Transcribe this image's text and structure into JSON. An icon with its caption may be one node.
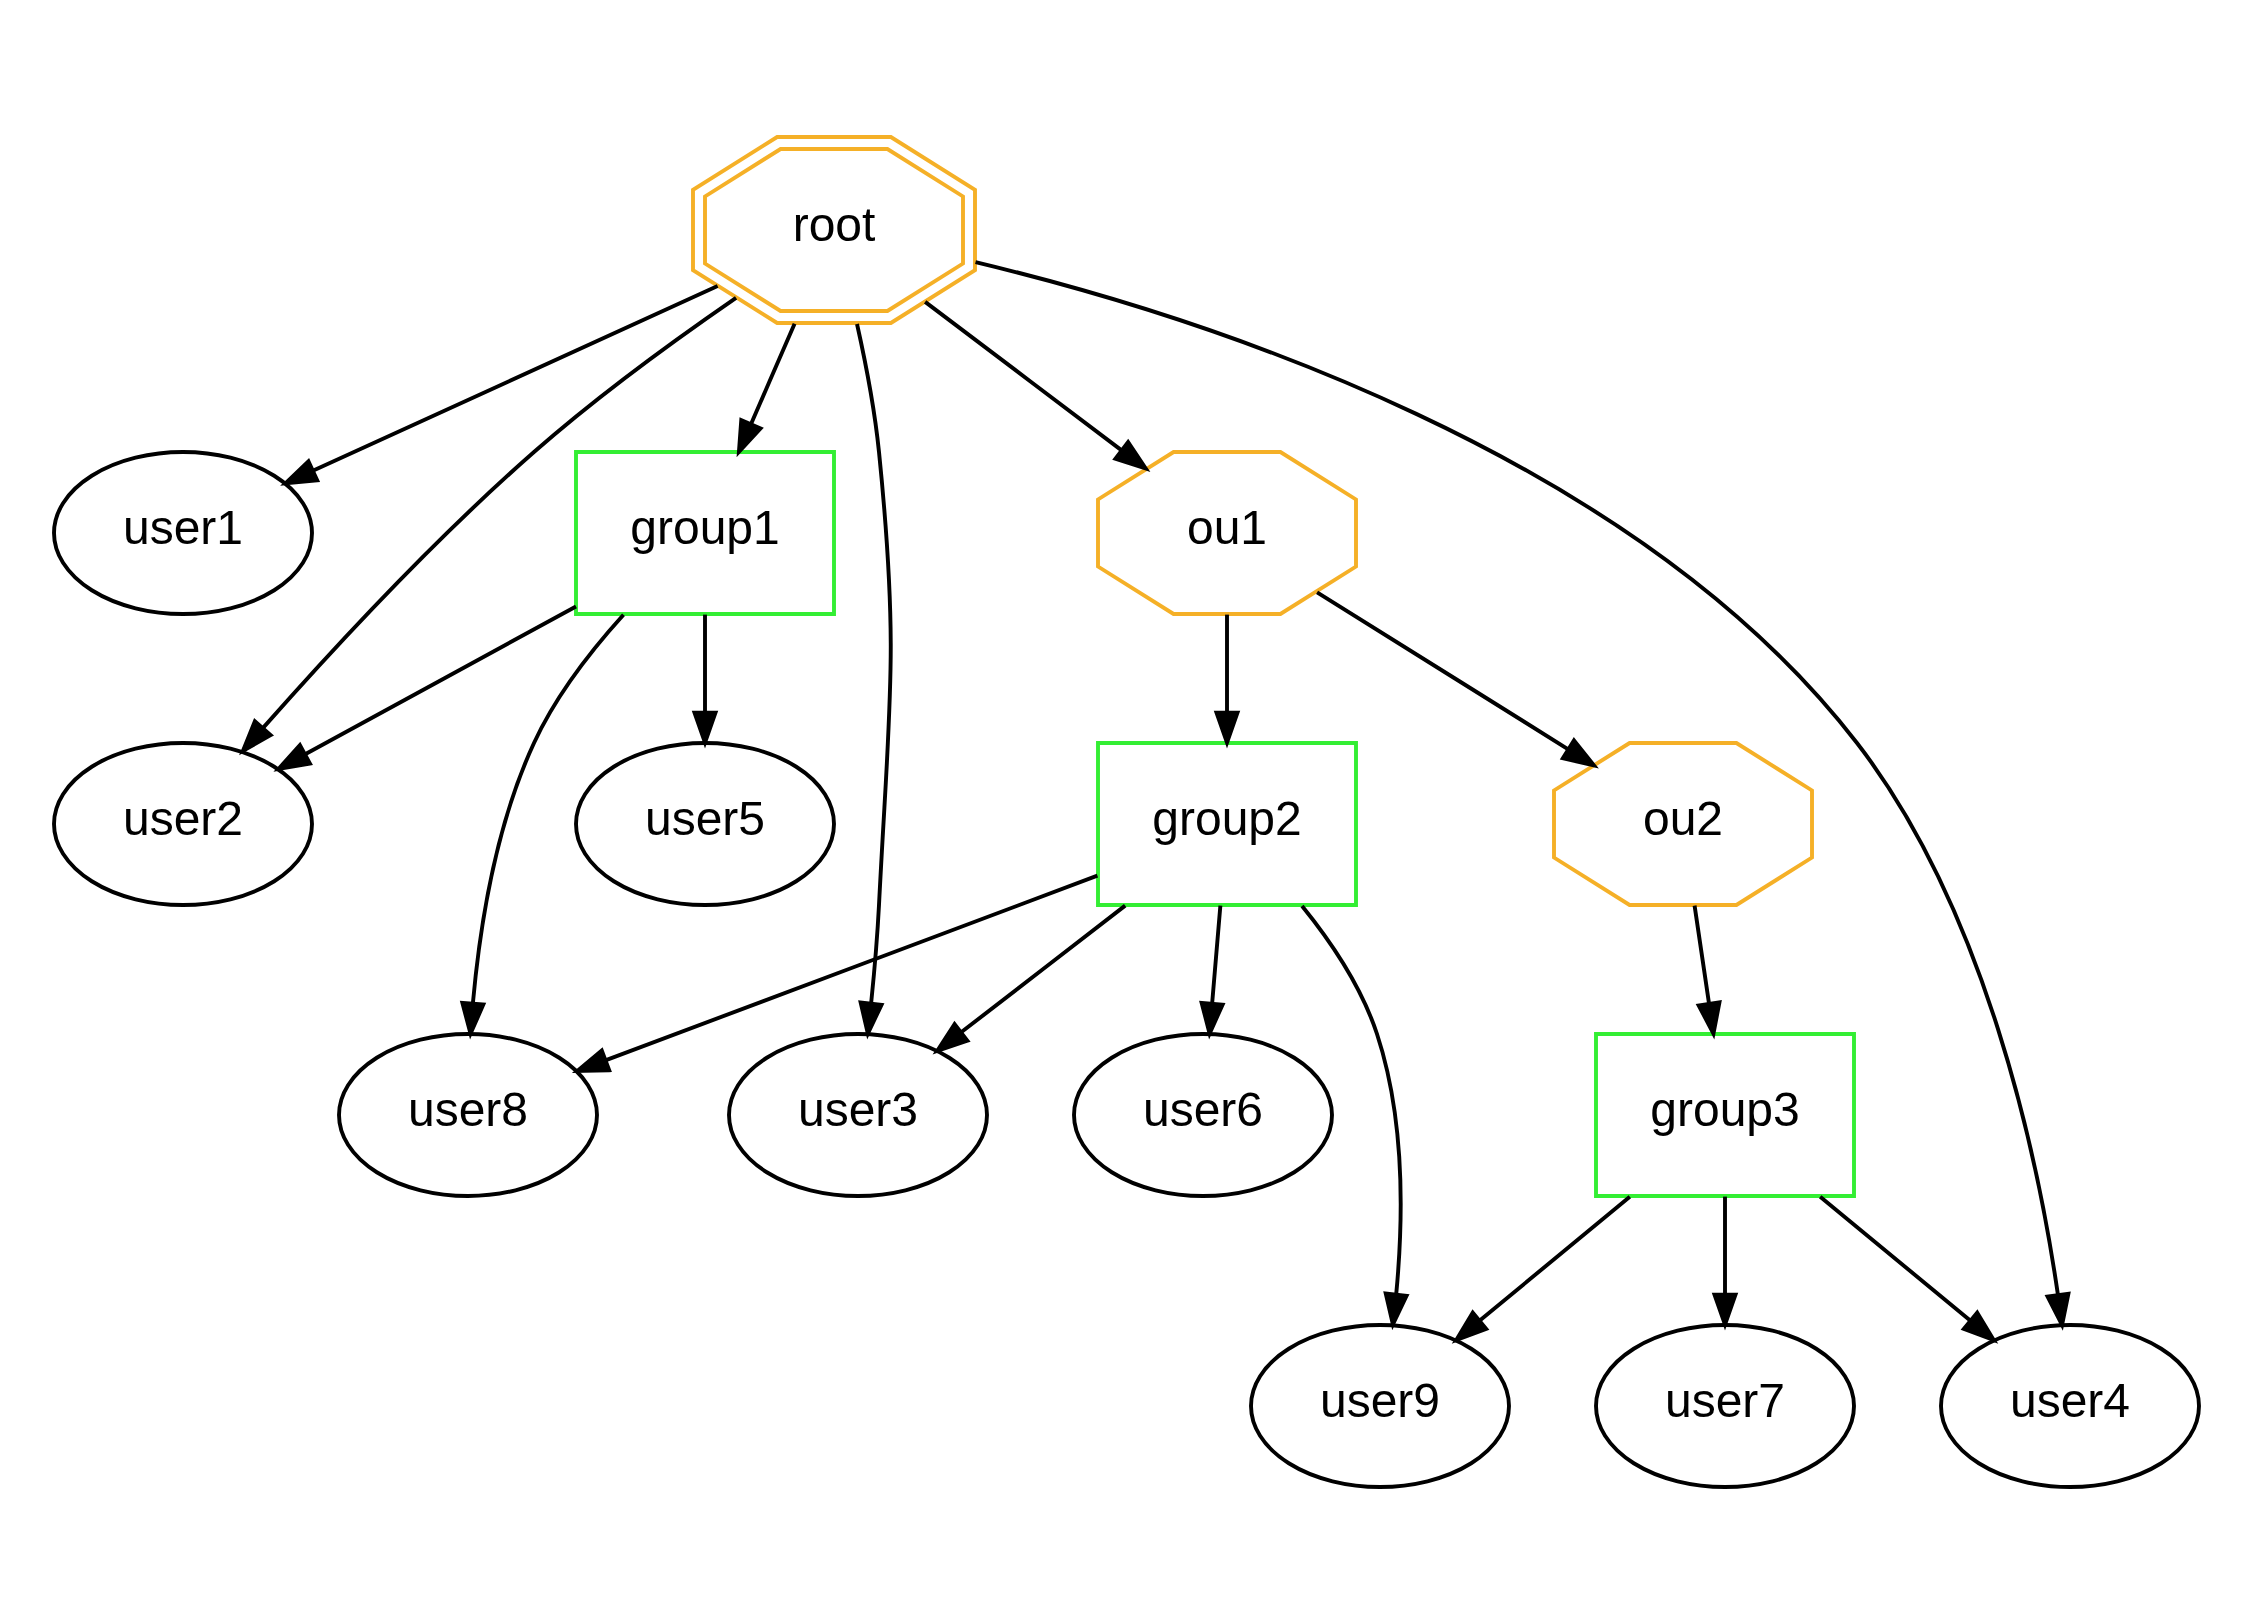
{
  "diagram": {
    "nodes": [
      {
        "text": [
          "root"
        ]
      },
      {
        "text": [
          "user1"
        ]
      },
      {
        "text": [
          "group1"
        ]
      },
      {
        "text": [
          "ou1"
        ]
      },
      {
        "text": [
          "user2"
        ]
      },
      {
        "text": [
          "user5"
        ]
      },
      {
        "text": [
          "group2"
        ]
      },
      {
        "text": [
          "ou2"
        ]
      },
      {
        "text": [
          "user8"
        ]
      },
      {
        "text": [
          "user3"
        ]
      },
      {
        "text": [
          "user6"
        ]
      },
      {
        "text": [
          "group3"
        ]
      },
      {
        "text": [
          "user9"
        ]
      },
      {
        "text": [
          "user7"
        ]
      },
      {
        "text": [
          "user4"
        ]
      }
    ],
    "edges": [
      {
        "from": 0,
        "to": 1,
        "arrow": "to"
      },
      {
        "from": 0,
        "to": 4,
        "arrow": "to"
      },
      {
        "from": 0,
        "to": 2,
        "arrow": "to"
      },
      {
        "from": 0,
        "to": 9,
        "arrow": "to"
      },
      {
        "from": 0,
        "to": 3,
        "arrow": "to"
      },
      {
        "from": 0,
        "to": 14,
        "arrow": "to"
      },
      {
        "from": 2,
        "to": 4,
        "arrow": "to"
      },
      {
        "from": 2,
        "to": 8,
        "arrow": "to"
      },
      {
        "from": 2,
        "to": 5,
        "arrow": "to"
      },
      {
        "from": 3,
        "to": 6,
        "arrow": "to"
      },
      {
        "from": 3,
        "to": 7,
        "arrow": "to"
      },
      {
        "from": 6,
        "to": 8,
        "arrow": "to"
      },
      {
        "from": 6,
        "to": 9,
        "arrow": "to"
      },
      {
        "from": 6,
        "to": 10,
        "arrow": "to"
      },
      {
        "from": 6,
        "to": 12,
        "arrow": "to"
      },
      {
        "from": 7,
        "to": 11,
        "arrow": "to"
      },
      {
        "from": 11,
        "to": 12,
        "arrow": "to"
      },
      {
        "from": 11,
        "to": 13,
        "arrow": "to"
      },
      {
        "from": 11,
        "to": 14,
        "arrow": "to"
      }
    ]
  }
}
